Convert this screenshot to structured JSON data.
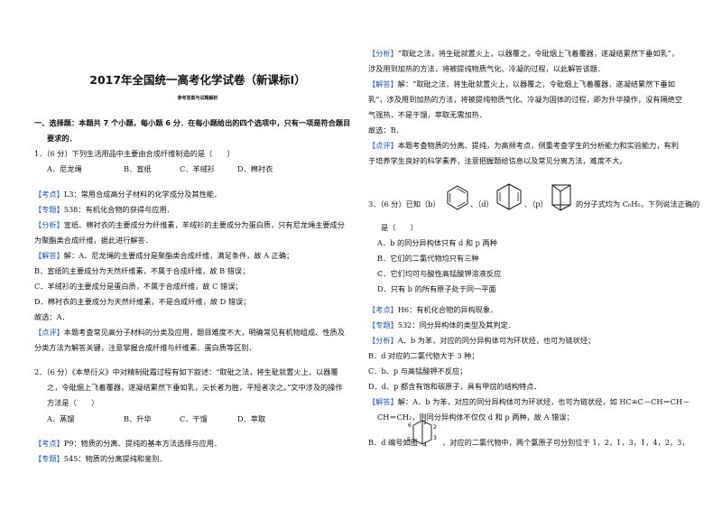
{
  "title": "2017年全国统一高考化学试卷（新课标Ⅰ）",
  "subtitle": "参考答案与试题解析",
  "section1": {
    "heading_l1": "一、选择题：本题共 7 个小题，每小题 6 分．在每小题给出的四个选项中，只有一项是符合题目",
    "heading_l2": "要求的．"
  },
  "q1": {
    "stem": "1．（6 分）下列生活用品中主要由合成纤维制造的是（　　）",
    "options": [
      "A．尼龙绳",
      "B．宣纸",
      "C．羊绒衫",
      "D．棉衬衣"
    ],
    "kaodian_tag": "【考点】",
    "kaodian_text": "L3：常用合成高分子材料的化学成分及其性能．",
    "zhuanti_tag": "【专题】",
    "zhuanti_text": "538：有机化合物的获得与应用．",
    "fenxi_tag": "【分析】",
    "fenxi_l1": "宣纸、棉衬衣的主要成分为纤维素，羊绒衫的主要成分为蛋白质，只有尼龙绳主要成分",
    "fenxi_l2": "为聚酯类合成纤维，据此进行解答．",
    "jieda_tag": "【解答】",
    "jieda_l1": "解：A．尼龙绳的主要成分是聚酯类合成纤维，满足条件，故 A 正确；",
    "jieda_l2": "B．宣纸的主要成分为天然纤维素，不属于合成纤维，故 B 错误；",
    "jieda_l3": "C．羊绒衫的主要成分是蛋白质，不属于合成纤维，故 C 错误；",
    "jieda_l4": "D．棉衬衣的主要成分为天然纤维素，不是合成纤维，故 D 错误；",
    "answer": "故选：A．",
    "dianping_tag": "【点评】",
    "dianping_l1": "本题考查常见高分子材料的分类及应用，题目难度不大，明确常见有机物组成、性质及",
    "dianping_l2": "分类方法为解答关键，注意掌握合成纤维与纤维素、蛋白质等区别．"
  },
  "q2": {
    "stem_l1": "2．（6 分）《本草衍义》中对精制砒霜过程有如下叙述：“取砒之法，将生砒就置火上，以器覆",
    "stem_l2": "之，令砒烟上飞着覆器，遂凝结累然下垂如乳，尖长者为胜，平短者次之。”文中涉及的操作",
    "stem_l3": "方法是（　　）",
    "options": [
      "A．蒸馏",
      "B．升华",
      "C．干馏",
      "D．萃取"
    ],
    "kaodian_tag": "【考点】",
    "kaodian_text": "P9：物质的分离、提纯的基本方法选择与应用．",
    "zhuanti_tag": "【专题】",
    "zhuanti_text": "545：物质的分离提纯和鉴别．",
    "fenxi_tag": "【分析】",
    "fenxi_l1": "“取砒之法，将生砒就置火上，以器覆之，令砒烟上飞着覆器，遂凝结累然下垂如乳”，",
    "fenxi_l2": "涉及用到加热的方法，将被提纯物质气化、冷凝的过程，以此解答该题．",
    "jieda_tag": "【解答】",
    "jieda_l1": "解：“取砒之法，将生砒就置火上，以器覆之，令砒烟上飞着覆器，遂凝结累然下垂如",
    "jieda_l2": "乳”，涉及用到加热的方法，将被提纯物质气化、冷凝为固体的过程，即为升华操作，没有隔绝空",
    "jieda_l3": "气强热，不是干馏，萃取无需加热．",
    "answer": "故选：B．",
    "dianping_tag": "【点评】",
    "dianping_l1": "本题考查物质的分离、提纯，为高频考点，侧重考查学生的分析能力和实验能力，有利",
    "dianping_l2": "于培养学生良好的科学素养，注意把握题给信息以及常见分离方法，难度不大。"
  },
  "q3": {
    "stem_a": "3．（6 分）已知（b）",
    "label_d": "、（d）",
    "label_p": "、（p）",
    "stem_b": "的分子式均为 C₆H₆，下列说法正确的",
    "stem_l2": "是（　　）",
    "options": [
      "A．b 的同分异构体只有 d 和 p 两种",
      "B．它们的二氯代物均只有三种",
      "C．它们均可与酸性高锰酸钾溶液反应",
      "D．只有 b 的所有原子处于同一平面"
    ],
    "kaodian_tag": "【考点】",
    "kaodian_text": "H6：有机化合物的异构现象．",
    "zhuanti_tag": "【专题】",
    "zhuanti_text": "532：同分异构体的类型及其判定．",
    "fenxi_tag": "【分析】",
    "fenxi_l1": "A．b 为苯，对应的同分异构体可为环状烃，也可为链状烃；",
    "fenxi_l2": "B．d 对应的二氯代物大于 3 种；",
    "fenxi_l3": "C．b、p 与高锰酸钾不反应；",
    "fenxi_l4": "D．d、p 都含有饱和碳原子，具有甲烷的结构特点．",
    "jieda_tag": "【解答】",
    "jieda_l1": "解：A．b 为苯，对应的同分异构体可为环状烃，也可为链状烃，如 HC≡C－CH＝CH－",
    "jieda_l2": "CH＝CH₂，则同分异构体不仅仅 d 和 p 两种，故 A 错误；",
    "jieda_l3a": "B．d 编号如图",
    "jieda_l3b": "，对应的二氯代物中，两个氯原子可分别位于 1，2，1，3，1，4，2，3，"
  }
}
